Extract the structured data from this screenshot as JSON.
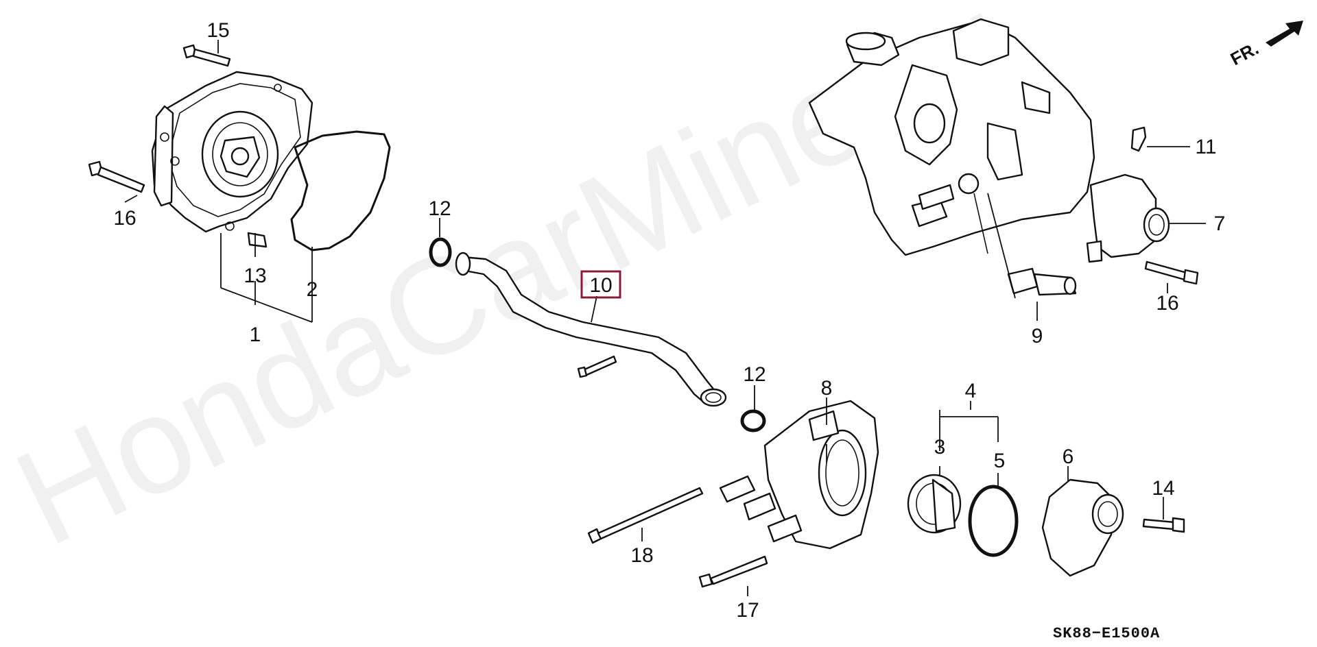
{
  "diagram": {
    "callouts": {
      "c1": "1",
      "c2": "2",
      "c3": "3",
      "c4": "4",
      "c5": "5",
      "c6": "6",
      "c7": "7",
      "c8": "8",
      "c9": "9",
      "c10": "10",
      "c11": "11",
      "c12a": "12",
      "c12b": "12",
      "c13": "13",
      "c14": "14",
      "c15": "15",
      "c16a": "16",
      "c16b": "16",
      "c17": "17",
      "c18": "18"
    },
    "selected_callout": "10",
    "front_marker": "FR.",
    "drawing_code": "SK88−E1500A",
    "watermark": "HondaCarMine.ru",
    "highlight_color": "#8b1a3a"
  }
}
